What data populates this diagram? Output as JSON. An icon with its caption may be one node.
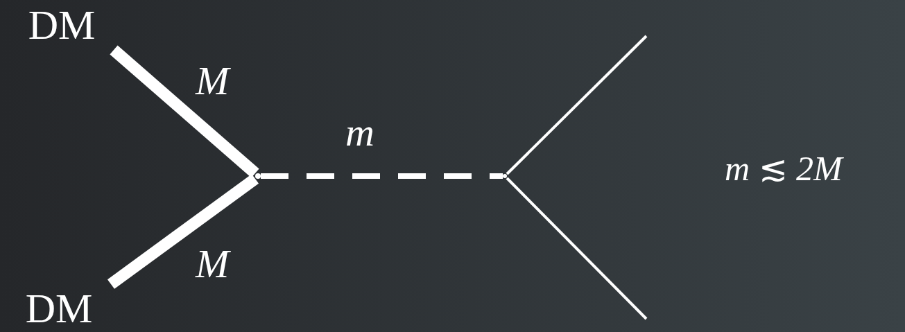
{
  "diagram": {
    "nodes": [
      {
        "text": [
          "DM"
        ]
      },
      {
        "text": [
          "DM"
        ]
      },
      {
        "text": [],
        "shape": "point"
      },
      {
        "text": [],
        "shape": "point"
      }
    ],
    "edges": [
      {
        "from": 0,
        "to": 2,
        "arrow": "none",
        "label": "M",
        "style": "thick"
      },
      {
        "from": 1,
        "to": 2,
        "arrow": "none",
        "label": "M",
        "style": "thick"
      },
      {
        "from": 2,
        "to": 3,
        "arrow": "none",
        "label": "m",
        "style": "dashed"
      },
      {
        "from": 3,
        "to": null,
        "arrow": "none"
      },
      {
        "from": 3,
        "to": null,
        "arrow": "none"
      }
    ],
    "labels": [
      "*m* ≲ *2M*"
    ]
  }
}
